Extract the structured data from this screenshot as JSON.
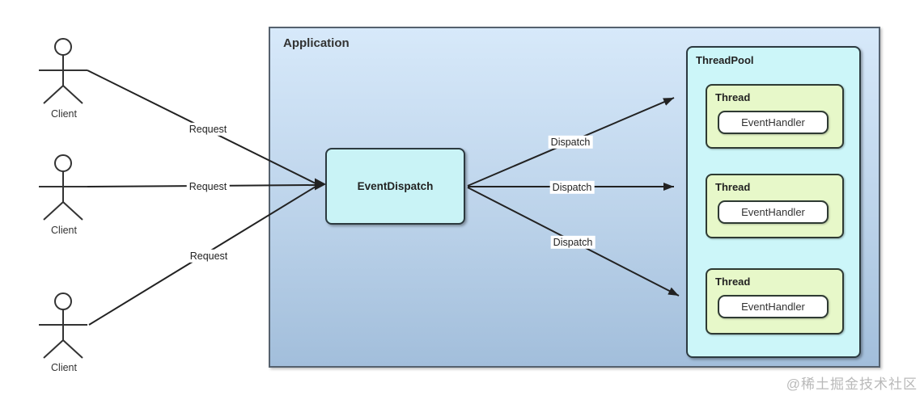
{
  "diagram": {
    "application": {
      "title": "Application"
    },
    "event_dispatch": {
      "label": "EventDispatch"
    },
    "thread_pool": {
      "title": "ThreadPool",
      "threads": [
        {
          "label": "Thread",
          "handler_label": "EventHandler"
        },
        {
          "label": "Thread",
          "handler_label": "EventHandler"
        },
        {
          "label": "Thread",
          "handler_label": "EventHandler"
        }
      ]
    },
    "actors": [
      {
        "label": "Client"
      },
      {
        "label": "Client"
      },
      {
        "label": "Client"
      }
    ],
    "request_edges": [
      {
        "label": "Request"
      },
      {
        "label": "Request"
      },
      {
        "label": "Request"
      }
    ],
    "dispatch_edges": [
      {
        "label": "Dispatch"
      },
      {
        "label": "Dispatch"
      },
      {
        "label": "Dispatch"
      }
    ],
    "watermark": "@稀土掘金技术社区",
    "colors": {
      "application_gradient_top": "#d7e9fa",
      "application_gradient_bottom": "#a2bedb",
      "application_border": "#55616e",
      "thread_pool_fill": "#ccf6f9",
      "thread_fill": "#e7f8c9",
      "event_dispatch_fill": "#c9f3f6",
      "handler_fill": "#ffffff",
      "node_border": "#2c3a40",
      "edge_color": "#222222",
      "watermark_color": "#b9b9b9"
    }
  }
}
